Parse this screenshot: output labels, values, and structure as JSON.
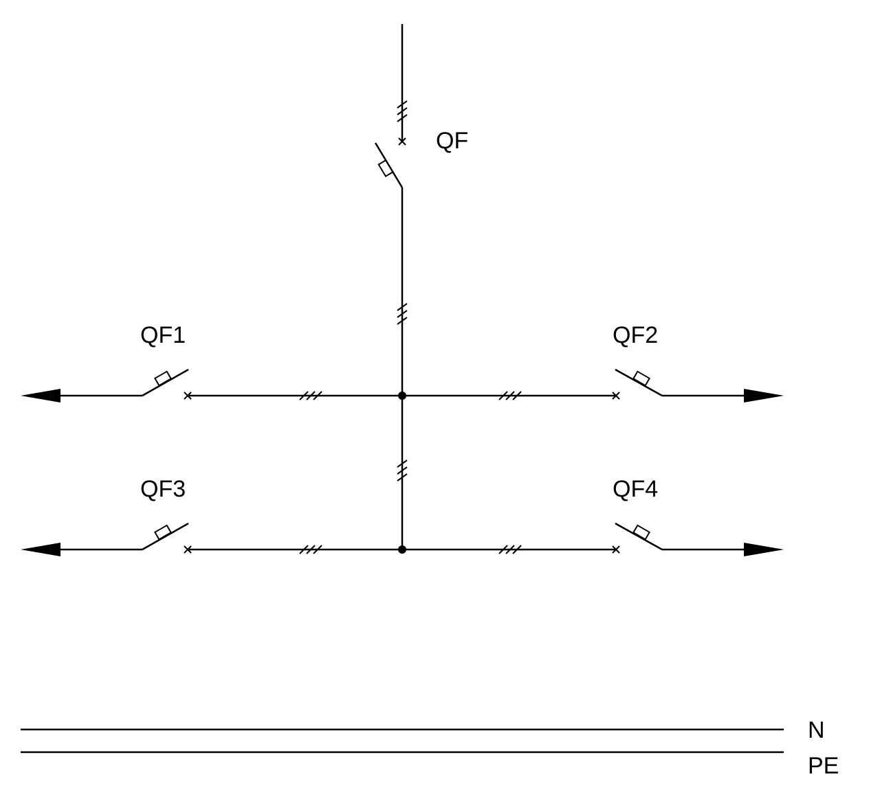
{
  "labels": {
    "main_breaker": "QF",
    "breaker_1": "QF1",
    "breaker_2": "QF2",
    "breaker_3": "QF3",
    "breaker_4": "QF4",
    "neutral": "N",
    "protective_earth": "PE"
  },
  "colors": {
    "line": "#000000",
    "background": "#ffffff"
  }
}
